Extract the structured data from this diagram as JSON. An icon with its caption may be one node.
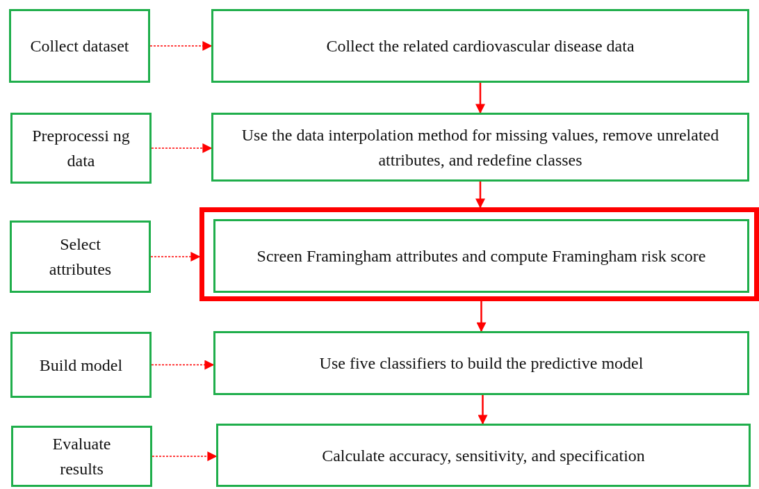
{
  "diagram": {
    "nodes": [
      {
        "text": [
          "Collect dataset"
        ]
      },
      {
        "text": [
          "Preprocessi ng data"
        ]
      },
      {
        "text": [
          "Select attributes"
        ]
      },
      {
        "text": [
          "Build model"
        ]
      },
      {
        "text": [
          "Evaluate results"
        ]
      },
      {
        "text": [
          "Collect the related cardiovascular disease data"
        ]
      },
      {
        "text": [
          "Use the data interpolation method for missing values, remove unrelated attributes, and redefine classes"
        ]
      },
      {
        "text": [],
        "shape": "box"
      },
      {
        "text": [
          "Screen Framingham attributes and compute Framingham risk score"
        ],
        "in": 7
      },
      {
        "text": [
          "Use five classifiers to build the predictive model"
        ]
      },
      {
        "text": [
          "Calculate accuracy, sensitivity, and specification"
        ]
      }
    ],
    "edges": [
      {
        "from": 0,
        "to": 5,
        "arrow": "to",
        "style": "dashed"
      },
      {
        "from": 1,
        "to": 6,
        "arrow": "to",
        "style": "dashed"
      },
      {
        "from": 2,
        "to": 7,
        "arrow": "to",
        "style": "dashed"
      },
      {
        "from": 3,
        "to": 9,
        "arrow": "to",
        "style": "dashed"
      },
      {
        "from": 4,
        "to": 10,
        "arrow": "to",
        "style": "dashed"
      },
      {
        "from": 5,
        "to": 6,
        "arrow": "to"
      },
      {
        "from": 6,
        "to": 7,
        "arrow": "to"
      },
      {
        "from": 7,
        "to": 9,
        "arrow": "to"
      },
      {
        "from": 9,
        "to": 10,
        "arrow": "to"
      }
    ]
  }
}
